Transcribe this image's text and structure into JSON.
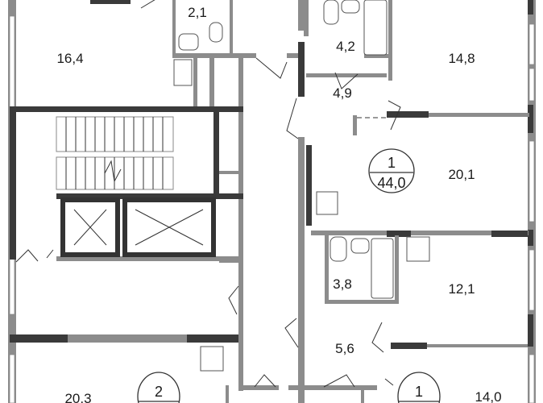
{
  "plan": {
    "rooms": {
      "r_16_4": "16,4",
      "r_2_1": "2,1",
      "r_4_2": "4,2",
      "r_14_8": "14,8",
      "r_4_9": "4,9",
      "r_20_1": "20,1",
      "r_3_8": "3,8",
      "r_12_1": "12,1",
      "r_5_6": "5,6",
      "r_20_3": "20,3",
      "r_14_0": "14,0"
    },
    "apartments": [
      {
        "rooms": "1",
        "area": "44,0"
      },
      {
        "rooms": "2"
      },
      {
        "rooms": "1"
      }
    ]
  }
}
